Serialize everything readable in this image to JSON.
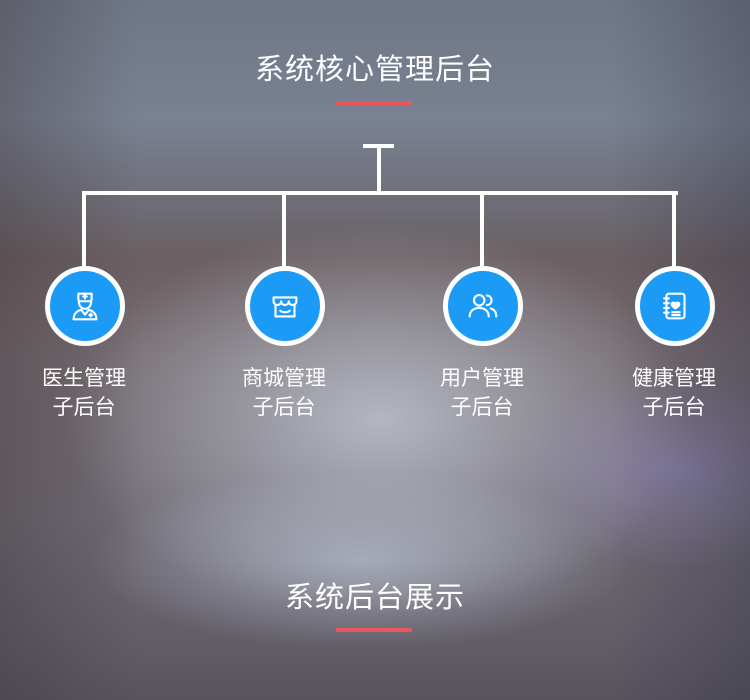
{
  "header": {
    "title": "系统核心管理后台"
  },
  "modules": [
    {
      "icon": "doctor-icon",
      "line1": "医生管理",
      "line2": "子后台"
    },
    {
      "icon": "store-icon",
      "line1": "商城管理",
      "line2": "子后台"
    },
    {
      "icon": "users-icon",
      "line1": "用户管理",
      "line2": "子后台"
    },
    {
      "icon": "health-record-icon",
      "line1": "健康管理",
      "line2": "子后台"
    }
  ],
  "footer": {
    "title": "系统后台展示"
  },
  "colors": {
    "accent_bar": "#e8575b",
    "icon_circle": "#1b9bf5",
    "line": "#ffffff"
  }
}
